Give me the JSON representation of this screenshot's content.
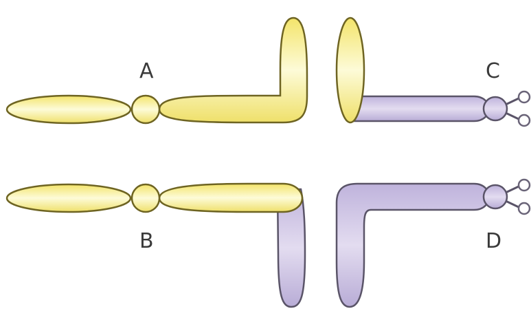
{
  "labels": {
    "a": "A",
    "b": "B",
    "c": "C",
    "d": "D"
  },
  "colors": {
    "yellow": "#f8ee8e",
    "yellow_light": "#fdfbd8",
    "purple": "#c7bde0",
    "purple_light": "#e3dcf0",
    "outline": "#6e6422"
  }
}
